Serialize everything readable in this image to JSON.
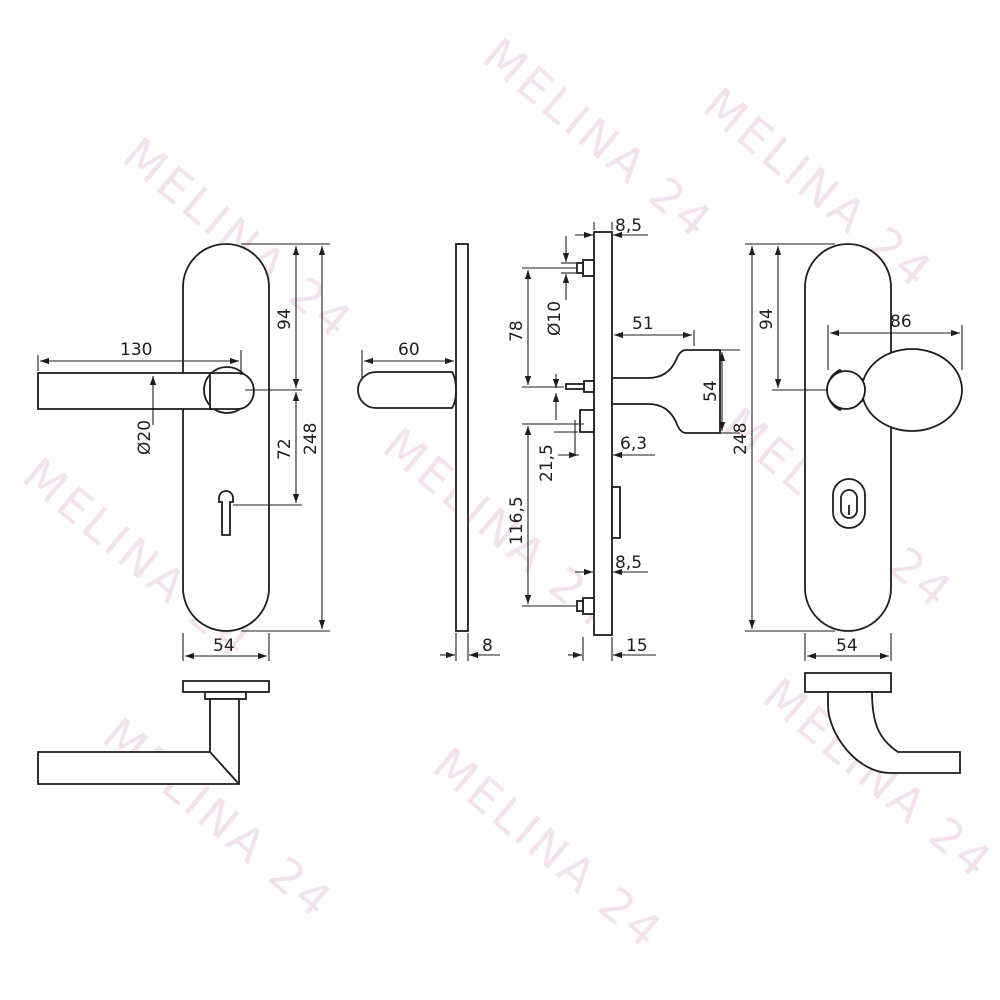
{
  "watermark": {
    "text": "MELINA 24"
  },
  "views": {
    "lever_front": {
      "dim_length": "130",
      "dim_diameter": "Ø20",
      "dim_spindle_top": "94",
      "dim_spindle_key": "72",
      "dim_height": "248",
      "dim_width": "54"
    },
    "lever_side": {
      "dim_projection": "60",
      "dim_thickness": "8"
    },
    "section": {
      "dim_top_thickness": "8,5",
      "dim_bolt_dia": "Ø10",
      "dim_upper": "78",
      "dim_knob_proj": "51",
      "dim_knob_dia": "54",
      "dim_spacer": "21,5",
      "dim_spacer_thick": "6,3",
      "dim_lower": "116,5",
      "dim_bottom_thickness": "8,5",
      "dim_total": "15"
    },
    "knob_front": {
      "dim_spindle_top": "94",
      "dim_knob_length": "86",
      "dim_height": "248",
      "dim_width": "54"
    }
  }
}
